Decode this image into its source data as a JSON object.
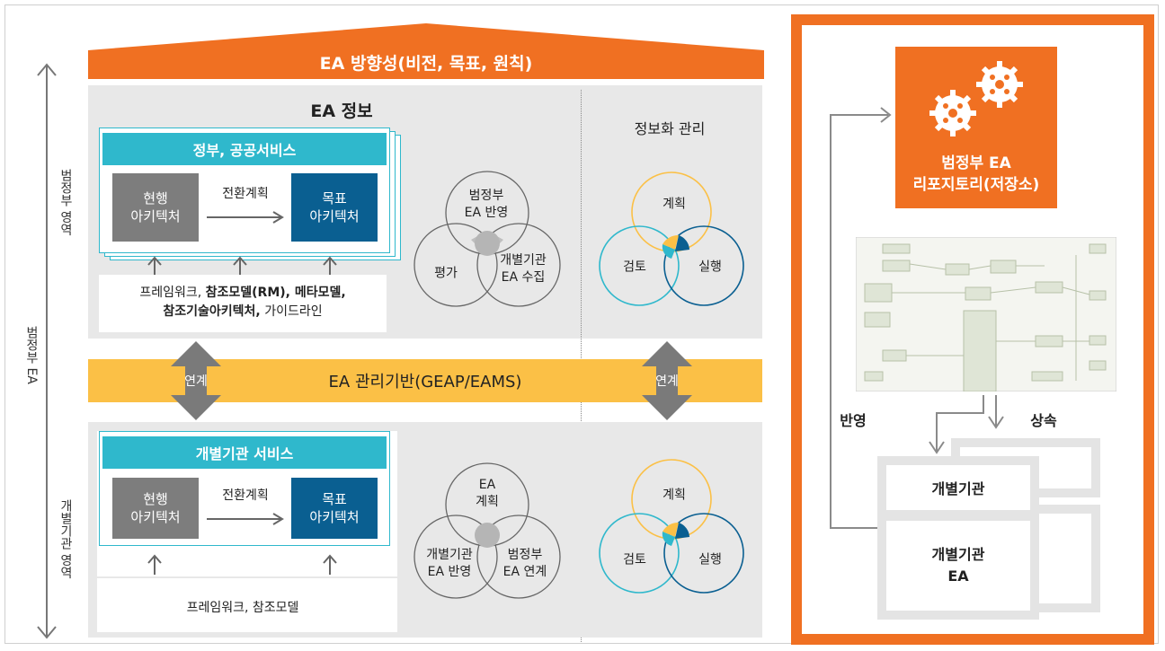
{
  "top_banner": "EA 방향성(비전, 목표, 원칙)",
  "left_axis": {
    "outer_label": "범정부 EA",
    "upper_label": "범정부 영역",
    "lower_label": "개별기관 영역"
  },
  "upper": {
    "title": "EA 정보",
    "service_title": "정부, 공공서비스",
    "current": "현행\n아키텍처",
    "transition": "전환계획",
    "target": "목표\n아키텍처",
    "foundation_line1_prefix": "프레임워크, ",
    "foundation_line1_bold": "참조모델(RM), 메타모델,",
    "foundation_line2_bold": "참조기술아키텍처,",
    "foundation_line2_suffix": " 가이드라인",
    "cycle_top": "범정부\nEA 반영",
    "cycle_left": "평가",
    "cycle_right": "개별기관\nEA 수집",
    "info_mgmt_title": "정보화 관리",
    "info_top": "계획",
    "info_left": "검토",
    "info_right": "실행"
  },
  "middle": {
    "bar": "EA 관리기반(GEAP/EAMS)",
    "link_left": "연계",
    "link_right": "연계"
  },
  "lower": {
    "service_title": "개별기관 서비스",
    "current": "현행\n아키텍처",
    "transition": "전환계획",
    "target": "목표\n아키텍처",
    "foundation": "프레임워크, 참조모델",
    "cycle_top": "EA\n계획",
    "cycle_left": "개별기관\nEA 반영",
    "cycle_right": "범정부\nEA 연계",
    "info_top": "계획",
    "info_left": "검토",
    "info_right": "실행"
  },
  "repository": {
    "title": "범정부 EA\n리포지토리(저장소)",
    "reflect": "반영",
    "inherit": "상속",
    "agency": "개별기관",
    "agency_ea": "개별기관\nEA"
  },
  "colors": {
    "orange": "#f07022",
    "yellow": "#fbc046",
    "teal": "#2fb8cc",
    "navy": "#0a5f91",
    "gray": "#7d7d7d"
  }
}
